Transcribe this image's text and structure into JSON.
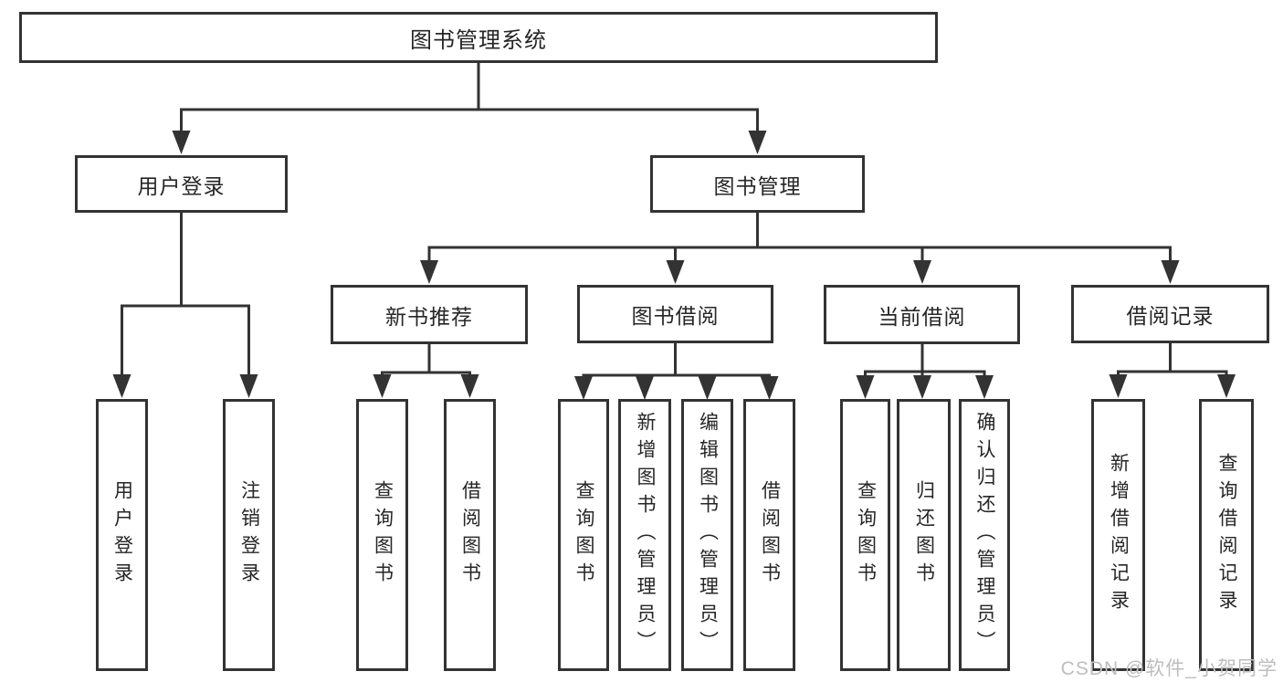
{
  "colors": {
    "line": "#333333",
    "box_border": "#333333",
    "box_background": "#ffffff",
    "text": "#262626",
    "watermark": "#bdbdbd"
  },
  "watermark": {
    "text": "CSDN @软件_小贺同学"
  },
  "tree": {
    "label": "图书管理系统",
    "children": [
      {
        "label": "用户登录",
        "children": [
          {
            "label": "用户登录"
          },
          {
            "label": "注销登录"
          }
        ]
      },
      {
        "label": "图书管理",
        "children": [
          {
            "label": "新书推荐",
            "children": [
              {
                "label": "查询图书"
              },
              {
                "label": "借阅图书"
              }
            ]
          },
          {
            "label": "图书借阅",
            "children": [
              {
                "label": "查询图书"
              },
              {
                "label": "新增图书（管理员）"
              },
              {
                "label": "编辑图书（管理员）"
              },
              {
                "label": "借阅图书"
              }
            ]
          },
          {
            "label": "当前借阅",
            "children": [
              {
                "label": "查询图书"
              },
              {
                "label": "归还图书"
              },
              {
                "label": "确认归还（管理员）"
              }
            ]
          },
          {
            "label": "借阅记录",
            "children": [
              {
                "label": "新增借阅记录"
              },
              {
                "label": "查询借阅记录"
              }
            ]
          }
        ]
      }
    ]
  }
}
